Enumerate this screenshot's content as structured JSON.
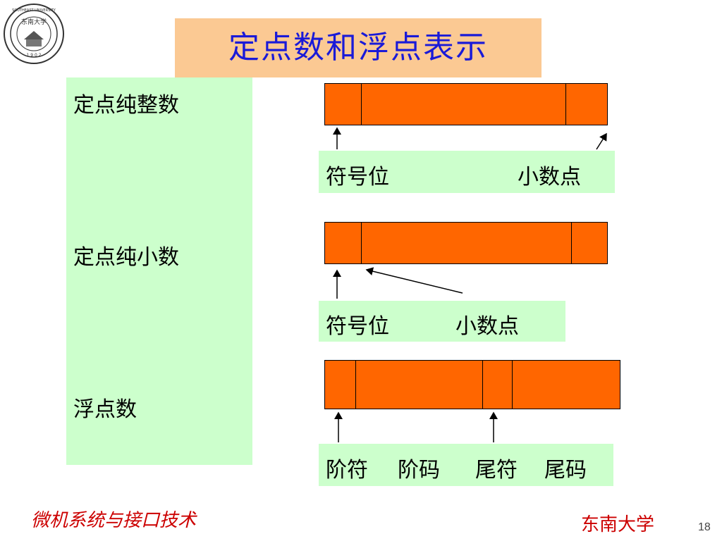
{
  "title": "定点数和浮点表示",
  "left_labels": {
    "fixed_int": "定点纯整数",
    "fixed_frac": "定点纯小数",
    "float": "浮点数"
  },
  "diagram1": {
    "sign": "符号位",
    "point": "小数点"
  },
  "diagram2": {
    "sign": "符号位",
    "point": "小数点"
  },
  "diagram3": {
    "labels": [
      "阶符",
      "阶码",
      "尾符",
      "尾码"
    ]
  },
  "footer": {
    "course": "微机系统与接口技术",
    "university": "东南大学",
    "page": "18"
  },
  "logo": {
    "center_text": "东南大学",
    "ring_text": "SOUTHEAST UNIVERSITY",
    "year_text": "1 9 0 2"
  },
  "colors": {
    "title_bg": "#fbc993",
    "title_text": "#1a1ad8",
    "panel_bg": "#ccffcc",
    "bar_fill": "#ff6600",
    "footer_text": "#cc0000"
  }
}
